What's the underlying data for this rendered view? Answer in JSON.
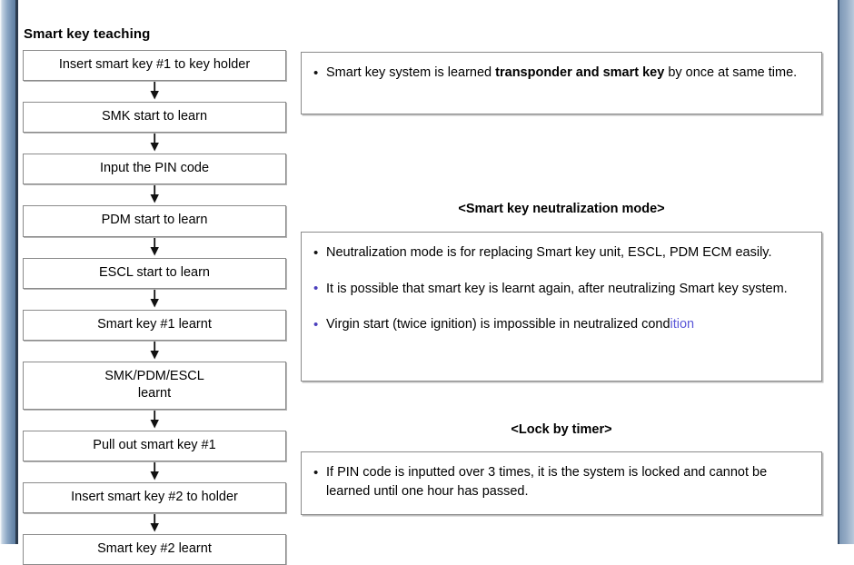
{
  "document": {
    "flow_title": "Smart key teaching"
  },
  "flowchart": {
    "steps": [
      {
        "label": "Insert smart key #1 to key holder"
      },
      {
        "label": "SMK start to learn"
      },
      {
        "label": "Input the PIN code"
      },
      {
        "label": "PDM start to learn"
      },
      {
        "label": "ESCL start to learn"
      },
      {
        "label": "Smart key #1 learnt"
      },
      {
        "label": "SMK/PDM/ESCL\nlearnt"
      },
      {
        "label": "Pull out smart key #1"
      },
      {
        "label": "Insert smart key #2 to holder"
      },
      {
        "label": "Smart key #2 learnt"
      }
    ],
    "arrow_icon": "down-arrow-icon"
  },
  "notes": {
    "box_a": {
      "bullet_glyph": "•",
      "bullet_color": "#111111",
      "text_before": "Smart key system is learned ",
      "text_bold": "transponder and smart key",
      "text_after": " by once at same  time."
    },
    "box_b": {
      "heading": "<Smart key neutralization mode>",
      "bullet_glyph": "•",
      "bullet_color": "#4b3fbd",
      "items": [
        {
          "text": "Neutralization mode is for replacing Smart key unit, ESCL, PDM ECM easily.",
          "bullet_color": "#111111"
        },
        {
          "text": "It is possible that smart key is learnt again, after neutralizing Smart key system.",
          "bullet_color": "#4b3fbd"
        },
        {
          "text_main": "Virgin start (twice ignition) is impossible in neutralized cond",
          "text_tail": "ition",
          "tail_color": "#5b58d8",
          "bullet_color": "#4b3fbd"
        }
      ]
    },
    "box_c": {
      "heading": "<Lock by timer>",
      "bullet_glyph": "•",
      "bullet_color": "#111111",
      "text": "If PIN code is inputted over 3 times, it is the system is locked and cannot be learned until one hour has passed."
    }
  },
  "colors": {
    "box_border": "#8b8b8b",
    "edge_blue": "#7d98b6",
    "edge_rule": "#2c3b4d",
    "link_blue": "#5b58d8"
  }
}
